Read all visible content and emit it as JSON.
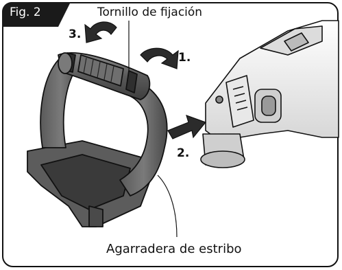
{
  "figure": {
    "tag": "Fig. 2"
  },
  "callouts": {
    "screw": "Tornillo de fijación",
    "grip": "Agarradera de estribo"
  },
  "steps": {
    "one": "1.",
    "two": "2.",
    "three": "3."
  },
  "colors": {
    "ink": "#111111",
    "handle_dark": "#4a4a4a",
    "handle_mid": "#6e6e6e",
    "handle_light": "#9a9a9a",
    "tool_light": "#f2f2f2",
    "tool_mid": "#b8b8b8"
  }
}
